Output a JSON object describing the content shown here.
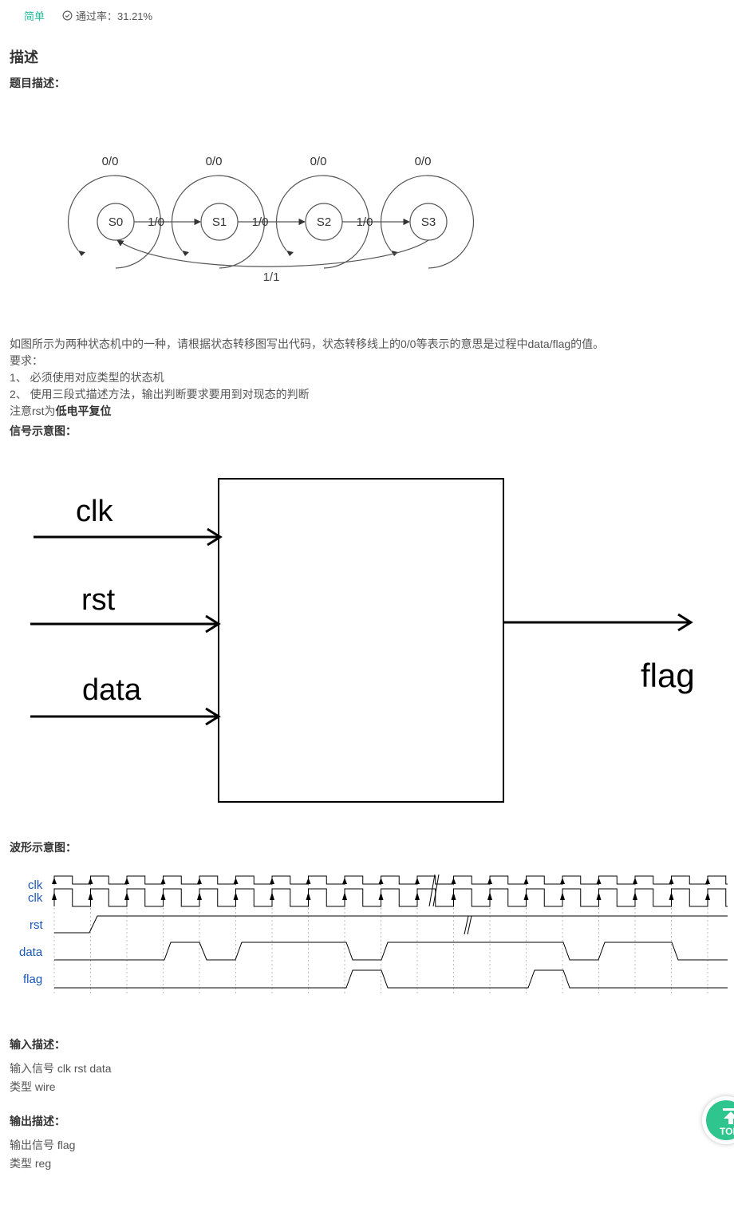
{
  "meta": {
    "difficulty": "简单",
    "pass_rate": "通过率：31.21%"
  },
  "section_title": "描述",
  "problem_label": "题目描述：",
  "fsm": {
    "states": [
      "S0",
      "S1",
      "S2",
      "S3"
    ],
    "self_loop_label": "0/0",
    "transition_label": "1/0",
    "return_label": "1/1"
  },
  "text": {
    "line1": "如图所示为两种状态机中的一种，请根据状态转移图写出代码，状态转移线上的0/0等表示的意思是过程中data/flag的值。",
    "line2": "要求：",
    "line3": "1、 必须使用对应类型的状态机",
    "line4": "2、 使用三段式描述方法，输出判断要求要用到对现态的判断",
    "line5_prefix": "注意rst为",
    "line5_bold": "低电平复位"
  },
  "signal_label": "信号示意图：",
  "block": {
    "inputs": [
      "clk",
      "rst",
      "data"
    ],
    "output": "flag"
  },
  "wave_label": "波形示意图：",
  "wave": {
    "signals": [
      "clk",
      "rst",
      "data",
      "flag"
    ],
    "clk_overlay_label": "clk"
  },
  "input_section": {
    "title": "输入描述：",
    "line1": "输入信号 clk rst data",
    "line2": "类型 wire"
  },
  "output_section": {
    "title": "输出描述：",
    "line1": "输出信号  flag",
    "line2": "类型  reg"
  },
  "top_button": {
    "label": "TOP",
    "icon": "arrow-up-icon"
  }
}
